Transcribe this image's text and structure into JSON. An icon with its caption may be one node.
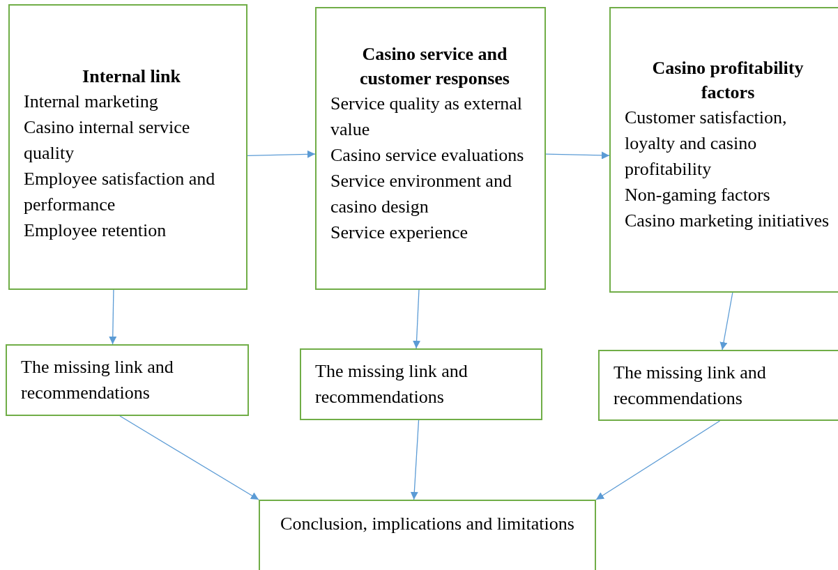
{
  "diagram": {
    "nodes": [
      {
        "text": [
          "Internal link",
          "Internal marketing",
          "Casino internal service quality",
          "Employee satisfaction and performance",
          "Employee retention"
        ]
      },
      {
        "text": [
          "Casino service and customer responses",
          "Service quality as external value",
          "Casino service evaluations",
          "Service environment and casino design",
          "Service experience"
        ]
      },
      {
        "text": [
          "Casino profitability factors",
          "Customer satisfaction, loyalty and casino profitability",
          "Non-gaming factors",
          "Casino marketing initiatives"
        ]
      },
      {
        "text": [
          "The missing link and recommendations"
        ]
      },
      {
        "text": [
          "The missing link and recommendations"
        ]
      },
      {
        "text": [
          "The missing link and recommendations"
        ]
      },
      {
        "text": [
          "Conclusion, implications and limitations"
        ]
      }
    ],
    "edges": [
      {
        "from": 0,
        "to": 1,
        "arrow": "to"
      },
      {
        "from": 1,
        "to": 2,
        "arrow": "to"
      },
      {
        "from": 0,
        "to": 3,
        "arrow": "to"
      },
      {
        "from": 1,
        "to": 4,
        "arrow": "to"
      },
      {
        "from": 2,
        "to": 5,
        "arrow": "to"
      },
      {
        "from": 3,
        "to": 6,
        "arrow": "to"
      },
      {
        "from": 4,
        "to": 6,
        "arrow": "to"
      },
      {
        "from": 5,
        "to": 6,
        "arrow": "to"
      }
    ]
  }
}
